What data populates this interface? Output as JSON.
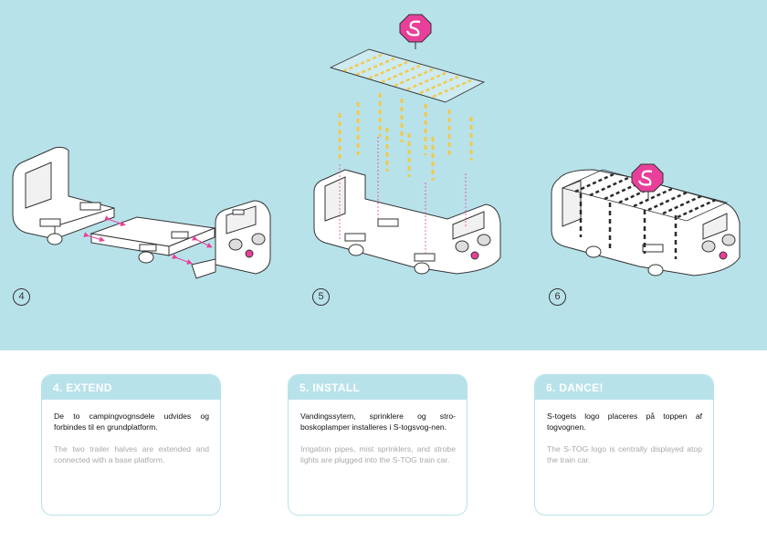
{
  "steps": [
    {
      "number": "4",
      "title": "4. EXTEND",
      "text_da": "De to campingvognsdele udvides og forbindes til en grundplatform.",
      "text_en": "The two trailer halves are extended and connected with a base platform."
    },
    {
      "number": "5",
      "title": "5. INSTALL",
      "text_da": "Vandingssytem, sprinklere og stro-boskoplamper installeres i S-togsvog-nen.",
      "text_en": "Irrigation pipes, mist sprinklers, and strobe lights are plugged into the S-TOG train car."
    },
    {
      "number": "6",
      "title": "6. DANCE!",
      "text_da": "S-togets logo placeres på toppen af togvognen.",
      "text_en": "The S-TOG logo is centrally displayed atop the train car."
    }
  ],
  "logo_letter": "S",
  "colors": {
    "background_top": "#b8e2ea",
    "card_header": "#b8e2ea",
    "accent_pink": "#e8409a",
    "light_yellow": "#f2c94c",
    "card_text_en": "#a9a9a9"
  }
}
